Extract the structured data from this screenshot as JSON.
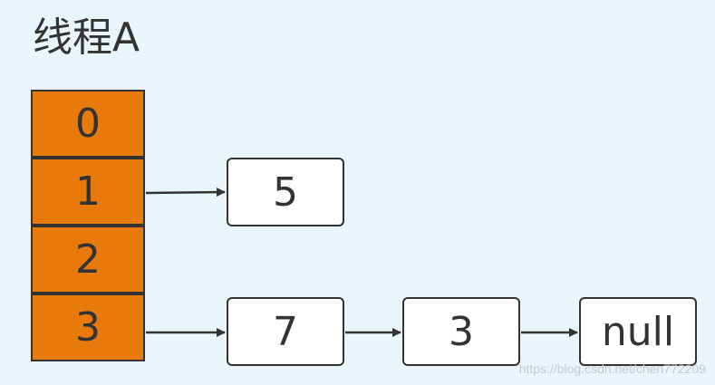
{
  "title": "线程A",
  "table": {
    "cells": [
      "0",
      "1",
      "2",
      "3"
    ]
  },
  "nodes": {
    "n1": "5",
    "n2": "7",
    "n3": "3",
    "n4": "null"
  },
  "watermark": "https://blog.csdn.net/chen772209",
  "colors": {
    "cell_fill": "#e87a0c",
    "node_fill": "#ffffff",
    "stroke": "#333333",
    "background": "#e9f4fb"
  }
}
